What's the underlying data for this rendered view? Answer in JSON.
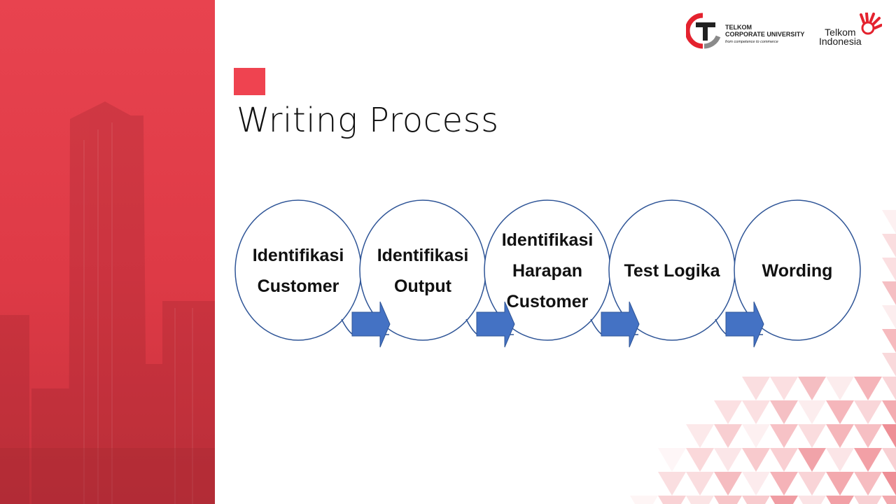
{
  "slide": {
    "title": "Writing Process",
    "accent_color": "#ef4350",
    "panel_color": "#e3404c"
  },
  "logos": {
    "corpu": {
      "line1": "TELKOM",
      "line2": "CORPORATE UNIVERSITY",
      "tagline": "from competence to commerce"
    },
    "telkom": {
      "line1": "Telkom",
      "line2": "Indonesia"
    }
  },
  "diagram": {
    "circle_stroke": "#2f5597",
    "arrow_fill": "#4472c4",
    "steps": [
      {
        "lines": [
          "Identifikasi",
          "Customer"
        ]
      },
      {
        "lines": [
          "Identifikasi",
          "Output"
        ]
      },
      {
        "lines": [
          "Identifikasi",
          "Harapan",
          "Customer"
        ]
      },
      {
        "lines": [
          "Test Logika"
        ]
      },
      {
        "lines": [
          "Wording"
        ]
      }
    ]
  }
}
